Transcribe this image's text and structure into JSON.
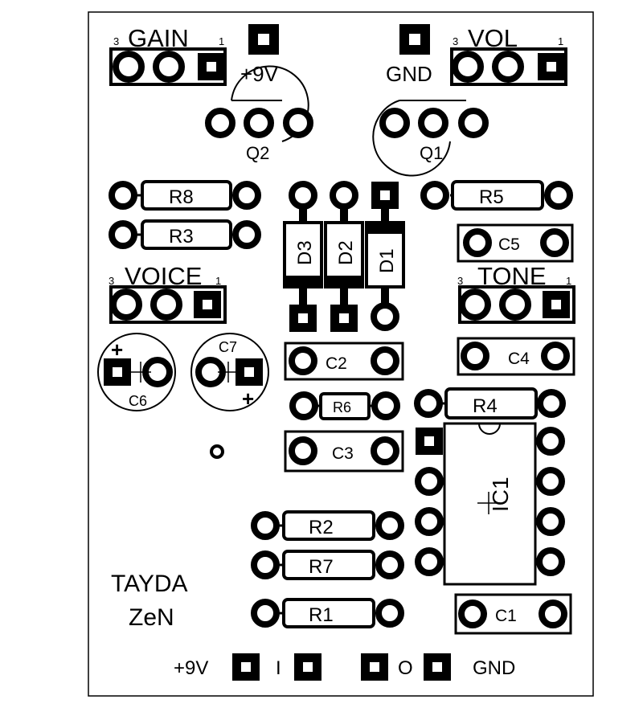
{
  "board": {
    "silkscreen_color": "#000000",
    "background_color": "#ffffff",
    "brand_line1": "TAYDA",
    "brand_line2": "ZeN"
  },
  "pots": {
    "gain": {
      "label": "GAIN",
      "pin3": "3",
      "pin1": "1"
    },
    "vol": {
      "label": "VOL",
      "pin3": "3",
      "pin1": "1"
    },
    "voice": {
      "label": "VOICE",
      "pin3": "3",
      "pin1": "1"
    },
    "tone": {
      "label": "TONE",
      "pin3": "3",
      "pin1": "1"
    }
  },
  "power_pads": {
    "top_vplus": "+9V",
    "top_gnd": "GND"
  },
  "transistors": {
    "q1": "Q1",
    "q2": "Q2"
  },
  "resistors": {
    "r1": "R1",
    "r2": "R2",
    "r3": "R3",
    "r4": "R4",
    "r5": "R5",
    "r6": "R6",
    "r7": "R7",
    "r8": "R8"
  },
  "diodes": {
    "d1": "D1",
    "d2": "D2",
    "d3": "D3"
  },
  "capacitors": {
    "c1": "C1",
    "c2": "C2",
    "c3": "C3",
    "c4": "C4",
    "c5": "C5"
  },
  "electrolytics": {
    "c6": "C6",
    "c7": "C7",
    "polarity": "+"
  },
  "ic": {
    "label": "IC1"
  },
  "bottom_header": {
    "vplus": "+9V",
    "input": "I",
    "output": "O",
    "gnd": "GND"
  }
}
